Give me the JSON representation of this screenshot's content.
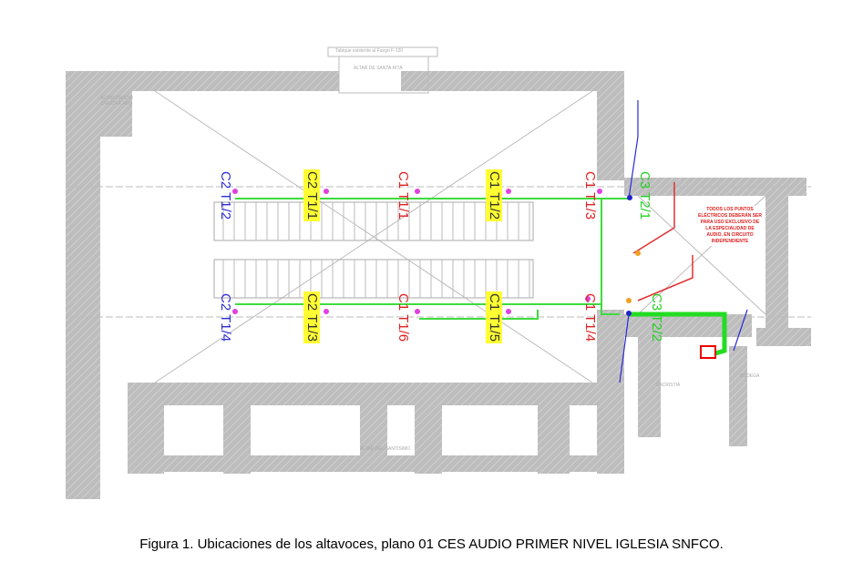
{
  "plan": {
    "room_labels": {
      "altar_santa_rita": "ALTAR DE SANTA RITA",
      "tabique": "Tabique existente al Fuego F-120",
      "altar_cristo": "ALTAR CRISTO CRUCIFICADO",
      "altar_santisimo": "ALTAR DEL SANTÍSIMO",
      "sacristia": "SACRISTIA",
      "bodega": "BODEGA"
    },
    "speakers": [
      {
        "id": "C2 T1/2",
        "color": "blue",
        "highlight": false
      },
      {
        "id": "C2 T1/1",
        "color": "black",
        "highlight": true
      },
      {
        "id": "C1 T1/1",
        "color": "red",
        "highlight": false
      },
      {
        "id": "C1 T1/2",
        "color": "red",
        "highlight": true
      },
      {
        "id": "C1 T1/3",
        "color": "red",
        "highlight": false
      },
      {
        "id": "C3 T2/1",
        "color": "green",
        "highlight": false
      },
      {
        "id": "C2 T1/4",
        "color": "blue",
        "highlight": false
      },
      {
        "id": "C2 T1/3",
        "color": "black",
        "highlight": true
      },
      {
        "id": "C1 T1/6",
        "color": "red",
        "highlight": false
      },
      {
        "id": "C1 T1/5",
        "color": "red",
        "highlight": true
      },
      {
        "id": "C1 T1/4",
        "color": "red",
        "highlight": false
      },
      {
        "id": "C3 T2/2",
        "color": "green",
        "highlight": false
      }
    ],
    "note": "TODOS LOS PUNTOS ELÉCTRICOS DEBERÁN SER PARA USO EXCLUSIVO DE LA ESPECIALIDAD DE AUDIO, EN CIRCUITO INDEPENDIENTE"
  },
  "caption": "Figura 1. Ubicaciones de los altavoces, plano 01 CES AUDIO PRIMER NIVEL IGLESIA SNFCO."
}
